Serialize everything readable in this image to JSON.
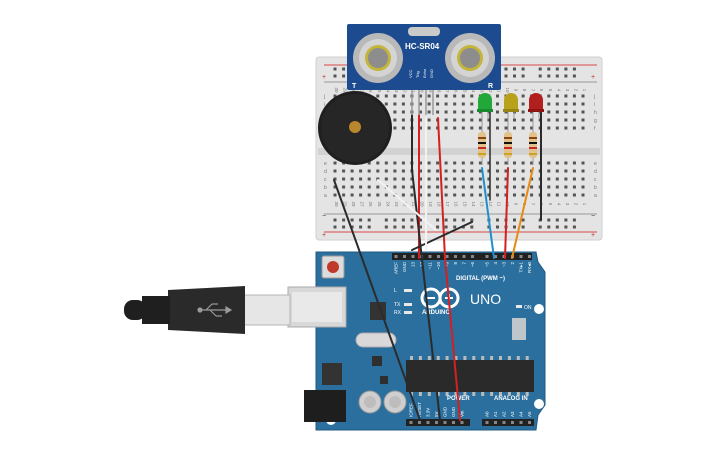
{
  "sensor": {
    "model": "HC-SR04",
    "pins": [
      "VCC",
      "Trig",
      "Echo",
      "GND"
    ],
    "letter_left": "T",
    "letter_right": "R"
  },
  "breadboard": {
    "column_numbers": [
      "30",
      "29",
      "28",
      "27",
      "26",
      "25",
      "24",
      "23",
      "22",
      "21",
      "20",
      "19",
      "18",
      "17",
      "16",
      "15",
      "14",
      "13",
      "12",
      "11",
      "10",
      "9",
      "8",
      "7",
      "6",
      "5",
      "4",
      "3",
      "2",
      "1"
    ],
    "row_letters_top": [
      "j",
      "i",
      "h",
      "g",
      "f"
    ],
    "row_letters_bottom": [
      "e",
      "d",
      "c",
      "b",
      "a"
    ],
    "rail_plus": "+",
    "rail_minus": "−"
  },
  "leds": [
    {
      "name": "green-led",
      "color": "#22a83a"
    },
    {
      "name": "yellow-led",
      "color": "#b8a21a"
    },
    {
      "name": "red-led",
      "color": "#b21f1f"
    }
  ],
  "arduino": {
    "brand": "ARDUINO",
    "model": "UNO",
    "digital_label": "DIGITAL (PWM ~)",
    "power_label": "POWER",
    "analog_label": "ANALOG IN",
    "on_label": "ON",
    "tx_label": "TX",
    "rx_label": "RX",
    "l_label": "L",
    "top_pins": [
      "AREF",
      "GND",
      "13",
      "12",
      "~11",
      "~10",
      "~9",
      "8",
      "7",
      "~6",
      "~5",
      "4",
      "~3",
      "2",
      "TX▸1",
      "RX◂0"
    ],
    "power_pins": [
      "IOREF",
      "RESET",
      "3.3V",
      "5V",
      "GND",
      "GND",
      "Vin"
    ],
    "analog_pins": [
      "A0",
      "A1",
      "A2",
      "A3",
      "A4",
      "A5"
    ]
  },
  "colors": {
    "board": "#2a6f9e",
    "sensor_board": "#1d4b8f",
    "wire_red": "#d42020",
    "wire_black": "#2b2b2b",
    "wire_white": "#f2f2f2",
    "wire_blue": "#1e90d0",
    "wire_orange": "#e88a12"
  }
}
